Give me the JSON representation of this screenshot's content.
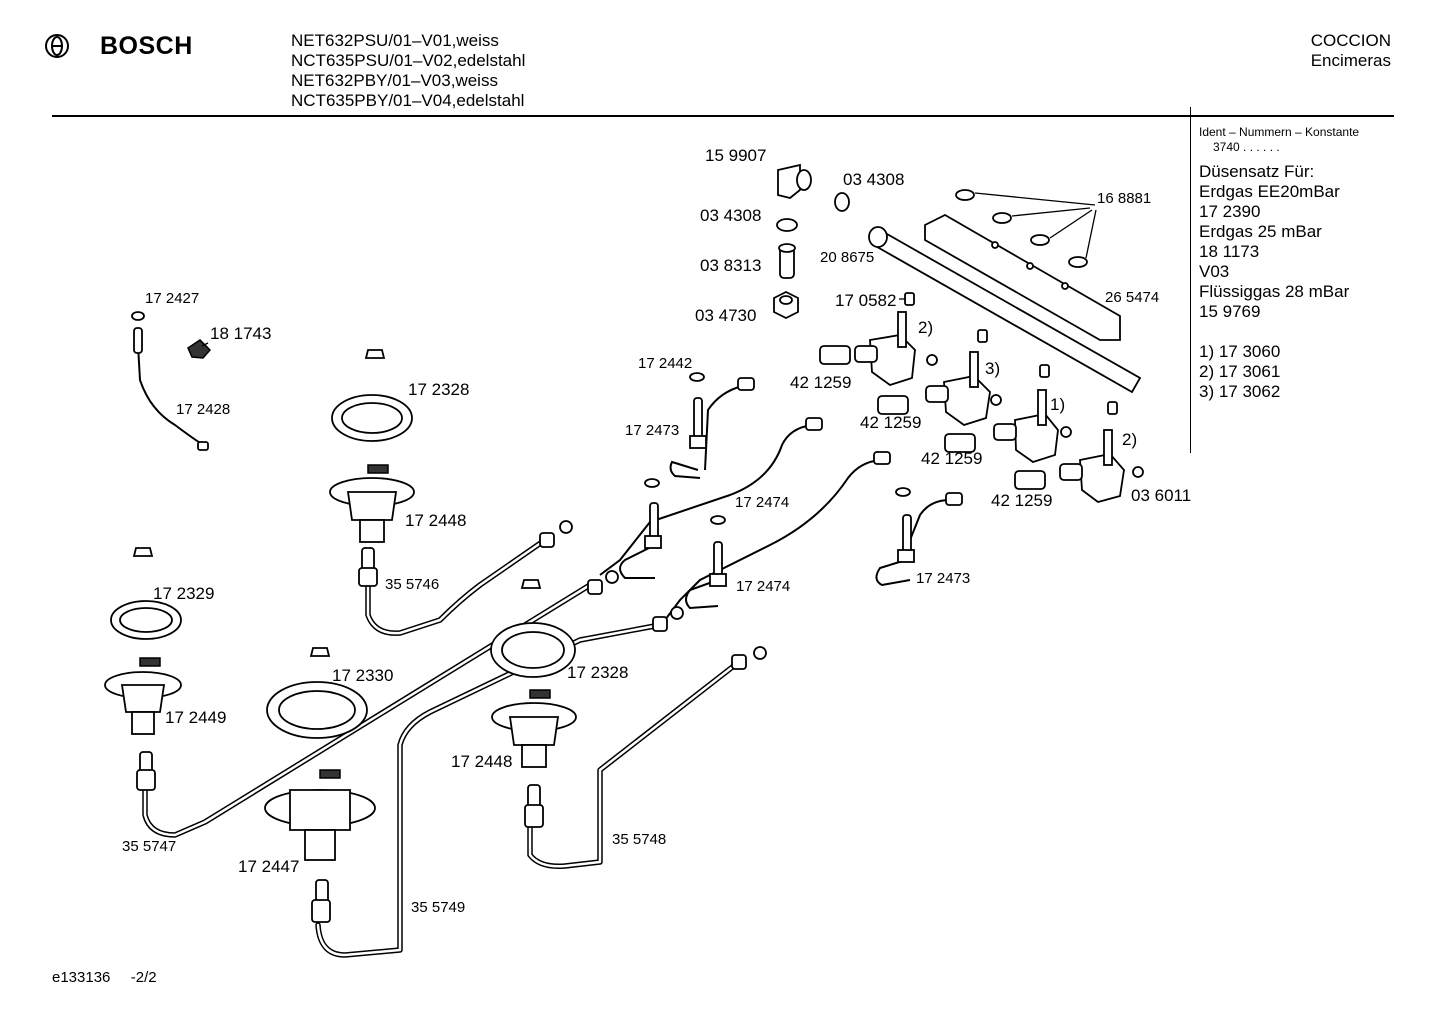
{
  "header": {
    "brand": "BOSCH",
    "models": [
      "NET632PSU/01–V01,weiss",
      "NCT635PSU/01–V02,edelstahl",
      "NET632PBY/01–V03,weiss",
      "NCT635PBY/01–V04,edelstahl"
    ],
    "category": [
      "COCCION",
      "Encimeras"
    ]
  },
  "sidebar": {
    "ident_title": "Ident – Nummern – Konstante",
    "ident_value": "3740  .  .  .  .  .  .",
    "lines": [
      "Düsensatz Für:",
      "Erdgas EE20mBar",
      "17 2390",
      "Erdgas 25 mBar",
      "18 1173",
      "V03",
      "Flüssiggas 28 mBar",
      "15 9769"
    ],
    "notes": [
      "1) 17 3060",
      "2) 17 3061",
      "3) 17 3062"
    ]
  },
  "labels": {
    "p159907": "15 9907",
    "p034308a": "03 4308",
    "p034308b": "03 4308",
    "p038313": "03 8313",
    "p034730": "03 4730",
    "p208675": "20 8675",
    "p168881": "16 8881",
    "p265474": "26 5474",
    "p170582": "17 0582",
    "n2a": "2)",
    "n3": "3)",
    "n1": "1)",
    "n2b": "2)",
    "p421259a": "42 1259",
    "p421259b": "42 1259",
    "p421259c": "42 1259",
    "p421259d": "42 1259",
    "p036011": "03 6011",
    "p172427": "17 2427",
    "p181743": "18 1743",
    "p172428": "17 2428",
    "p172442": "17 2442",
    "p172473a": "17 2473",
    "p172473b": "17 2473",
    "p172328a": "17 2328",
    "p172328b": "17 2328",
    "p172448a": "17 2448",
    "p172448b": "17 2448",
    "p172474a": "17 2474",
    "p172474b": "17 2474",
    "p355746": "35 5746",
    "p172329": "17 2329",
    "p172449": "17 2449",
    "p172330": "17 2330",
    "p172447": "17 2447",
    "p355747": "35 5747",
    "p355748": "35 5748",
    "p355749": "35 5749"
  },
  "footer": {
    "code": "e133136",
    "page": "-2/2"
  }
}
